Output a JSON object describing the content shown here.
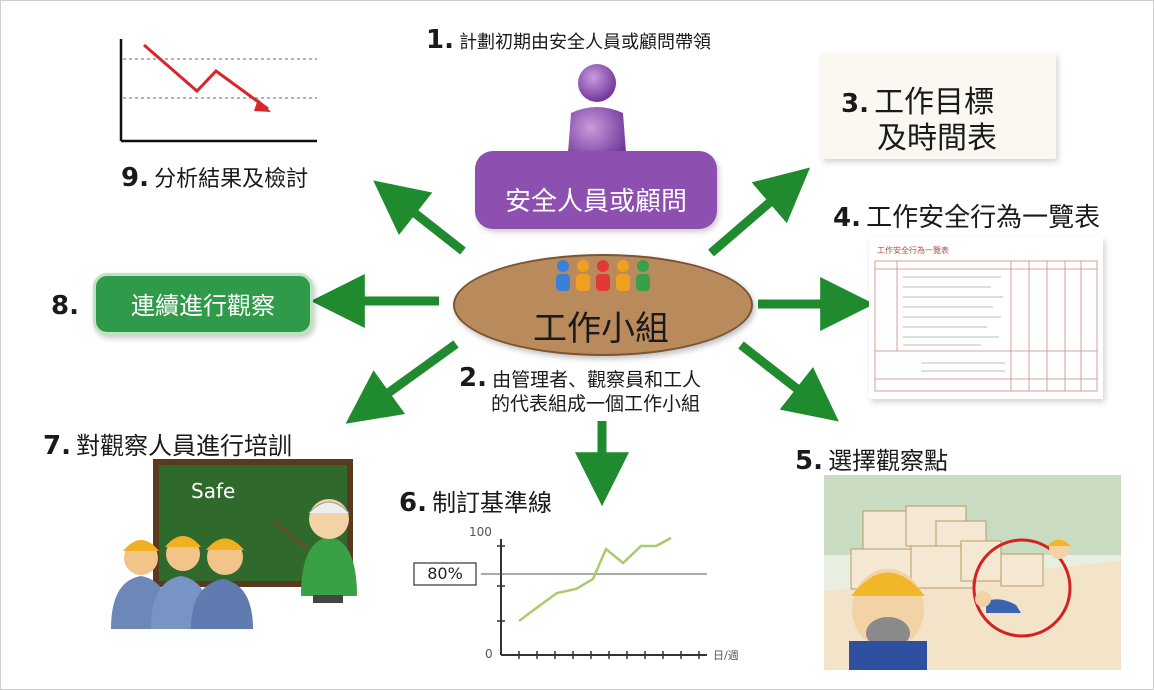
{
  "center": {
    "label": "工作小組"
  },
  "advisor": {
    "label": "安全人員或顧問"
  },
  "steps": [
    {
      "num": "1.",
      "text": "計劃初期由安全人員或顧問帶領"
    },
    {
      "num": "2.",
      "line1": "由管理者、觀察員和工人",
      "line2": "的代表組成一個工作小組"
    },
    {
      "num": "3.",
      "line1": "工作目標",
      "line2": "及時間表"
    },
    {
      "num": "4.",
      "text": "工作安全行為一覽表"
    },
    {
      "num": "5.",
      "text": "選擇觀察點"
    },
    {
      "num": "6.",
      "text": "制訂基準線"
    },
    {
      "num": "7.",
      "text": "對觀察人員進行培訓"
    },
    {
      "num": "8.",
      "text": "連續進行觀察"
    },
    {
      "num": "9.",
      "text": "分析結果及檢討"
    }
  ],
  "board": {
    "text": "Safe"
  },
  "baseline_chart": {
    "y_top": "100",
    "y_bottom": "0",
    "marker": "80%",
    "x_unit": "日/週"
  },
  "checklist": {
    "title": "工作安全行為一覽表"
  },
  "colors": {
    "arrow": "#1f8a2e",
    "center_fill": "#b98a5c",
    "advisor_fill": "#8d4fb0",
    "pill_green": "#2f9a4a",
    "trend_red": "#d9262a"
  }
}
